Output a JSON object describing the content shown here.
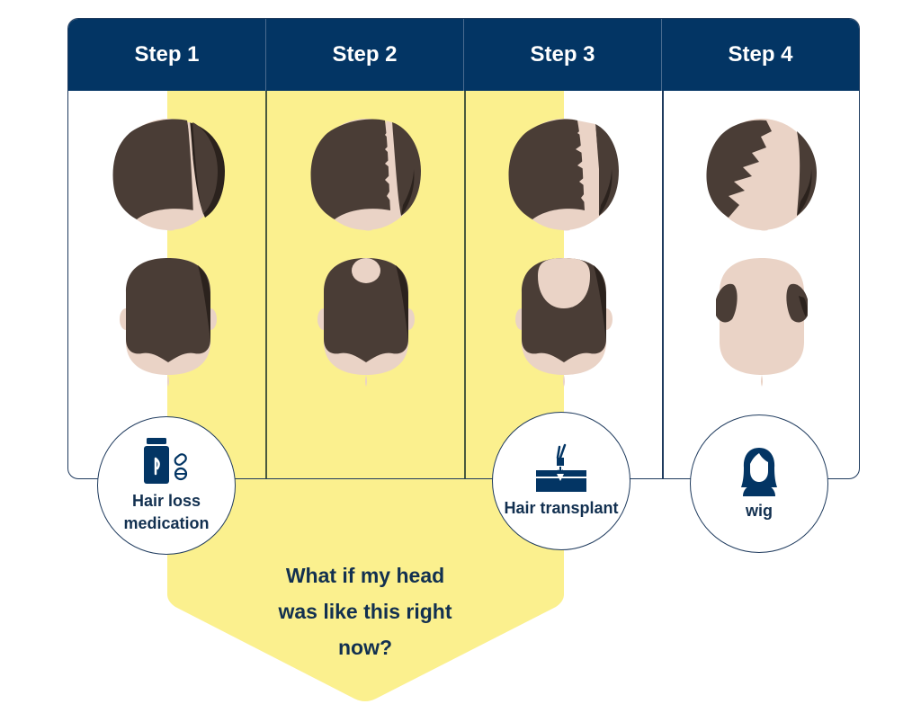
{
  "steps": [
    "Step 1",
    "Step 2",
    "Step 3",
    "Step 4"
  ],
  "treatments": {
    "medication": {
      "label_line1": "Hair loss",
      "label_line2": "medication",
      "icon": "medicine-bottle-pills-icon"
    },
    "transplant": {
      "label": "Hair transplant",
      "icon": "hair-transplant-icon"
    },
    "wig": {
      "label": "wig",
      "icon": "woman-wig-icon"
    }
  },
  "question": {
    "line1": "What if my head",
    "line2": "was like this right",
    "line3": "now?"
  },
  "colors": {
    "navy": "#033564",
    "highlight": "#fbf08e",
    "hair": "#4a3d36",
    "hair_shadow": "#2b221d",
    "skin": "#ead3c6",
    "text": "#123050"
  }
}
